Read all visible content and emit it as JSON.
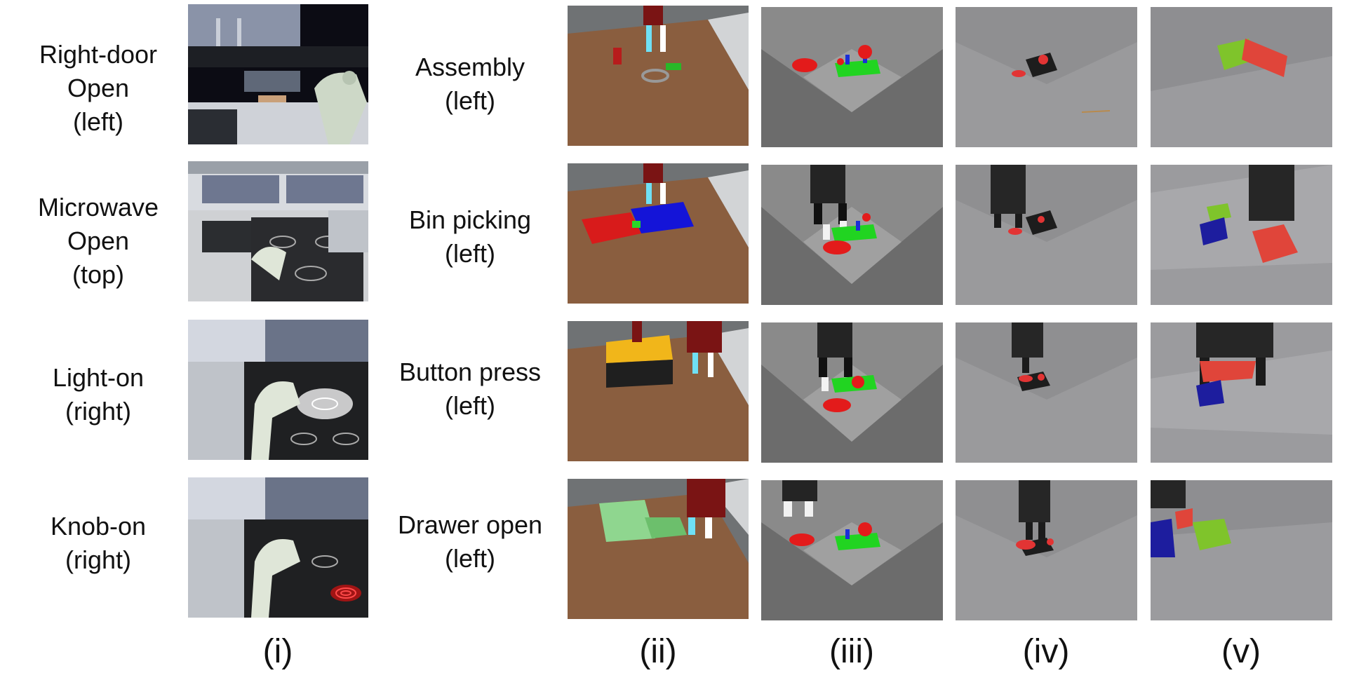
{
  "left_tasks": [
    {
      "line1": "Right-door",
      "line2": "Open",
      "line3": "(left)"
    },
    {
      "line1": "Microwave",
      "line2": "Open",
      "line3": "(top)"
    },
    {
      "line1": "Light-on",
      "line2": "(right)",
      "line3": ""
    },
    {
      "line1": "Knob-on",
      "line2": "(right)",
      "line3": ""
    }
  ],
  "middle_tasks": [
    {
      "line1": "Assembly",
      "line2": "(left)"
    },
    {
      "line1": "Bin picking",
      "line2": "(left)"
    },
    {
      "line1": "Button press",
      "line2": "(left)"
    },
    {
      "line1": "Drawer open",
      "line2": "(left)"
    }
  ],
  "column_captions": [
    "(i)",
    "(ii)",
    "(iii)",
    "(iv)",
    "(v)"
  ],
  "images": {
    "col_i": [
      "kitchen-right-door-open",
      "kitchen-microwave-open",
      "kitchen-light-on",
      "kitchen-knob-on"
    ],
    "col_ii": [
      "sawyer-assembly",
      "sawyer-bin-picking",
      "sawyer-button-press",
      "sawyer-drawer-open"
    ],
    "col_iii": [
      "gripper-sim-rings-1",
      "gripper-sim-rings-2",
      "gripper-sim-rings-3",
      "gripper-sim-rings-4"
    ],
    "col_iv": [
      "real-robot-rings-1",
      "real-robot-rings-2",
      "real-robot-rings-3",
      "real-robot-rings-4"
    ],
    "col_v": [
      "real-robot-blocks-1",
      "real-robot-blocks-2",
      "real-robot-blocks-3",
      "real-robot-blocks-4"
    ]
  }
}
